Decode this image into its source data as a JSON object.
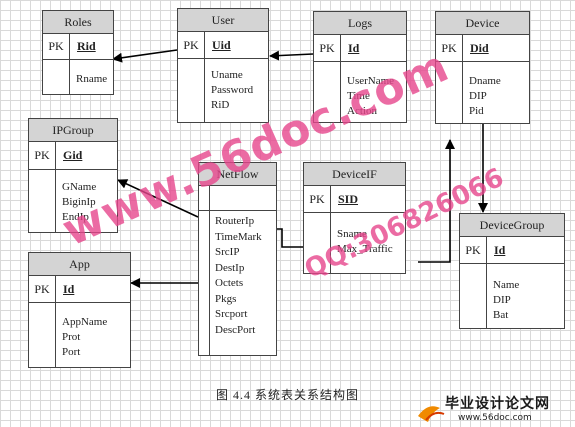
{
  "caption": "图 4.4 系统表关系结构图",
  "logo": {
    "text": "毕业设计论文网",
    "url": "www.56doc.com"
  },
  "watermarks": {
    "site": "www.56doc.com",
    "qq": "QQ:306826066"
  },
  "entities": [
    {
      "id": "roles",
      "title": "Roles",
      "pk_label": "PK",
      "pk_field": "Rid",
      "attrs": [
        "Rname"
      ]
    },
    {
      "id": "user",
      "title": "User",
      "pk_label": "PK",
      "pk_field": "Uid",
      "attrs": [
        "Uname",
        "Password",
        "RiD"
      ]
    },
    {
      "id": "logs",
      "title": "Logs",
      "pk_label": "PK",
      "pk_field": "Id",
      "attrs": [
        "UserName",
        "Time",
        "Action"
      ]
    },
    {
      "id": "device",
      "title": "Device",
      "pk_label": "PK",
      "pk_field": "Did",
      "attrs": [
        "Dname",
        "DIP",
        "Pid"
      ]
    },
    {
      "id": "ipgroup",
      "title": "IPGroup",
      "pk_label": "PK",
      "pk_field": "Gid",
      "attrs": [
        "GName",
        "BiginIp",
        "EndIp"
      ]
    },
    {
      "id": "netflow",
      "title": "NetFlow",
      "pk_label": "",
      "pk_field": "",
      "attrs": [
        "RouterIp",
        "TimeMark",
        "SrcIP",
        "DestIp",
        "Octets",
        "Pkgs",
        "Srcport",
        "DescPort"
      ]
    },
    {
      "id": "deviceif",
      "title": "DeviceIF",
      "pk_label": "PK",
      "pk_field": "SID",
      "attrs": [
        "Sname",
        "Max_Traffic"
      ]
    },
    {
      "id": "app",
      "title": "App",
      "pk_label": "PK",
      "pk_field": "Id",
      "attrs": [
        "AppName",
        "Prot",
        "Port"
      ]
    },
    {
      "id": "devicegroup",
      "title": "DeviceGroup",
      "pk_label": "PK",
      "pk_field": "Id",
      "attrs": [
        "Name",
        "DIP",
        "Bat"
      ]
    }
  ],
  "colors": {
    "header": "#d4d4d4",
    "watermark": "#e6468c",
    "line": "#000000"
  }
}
